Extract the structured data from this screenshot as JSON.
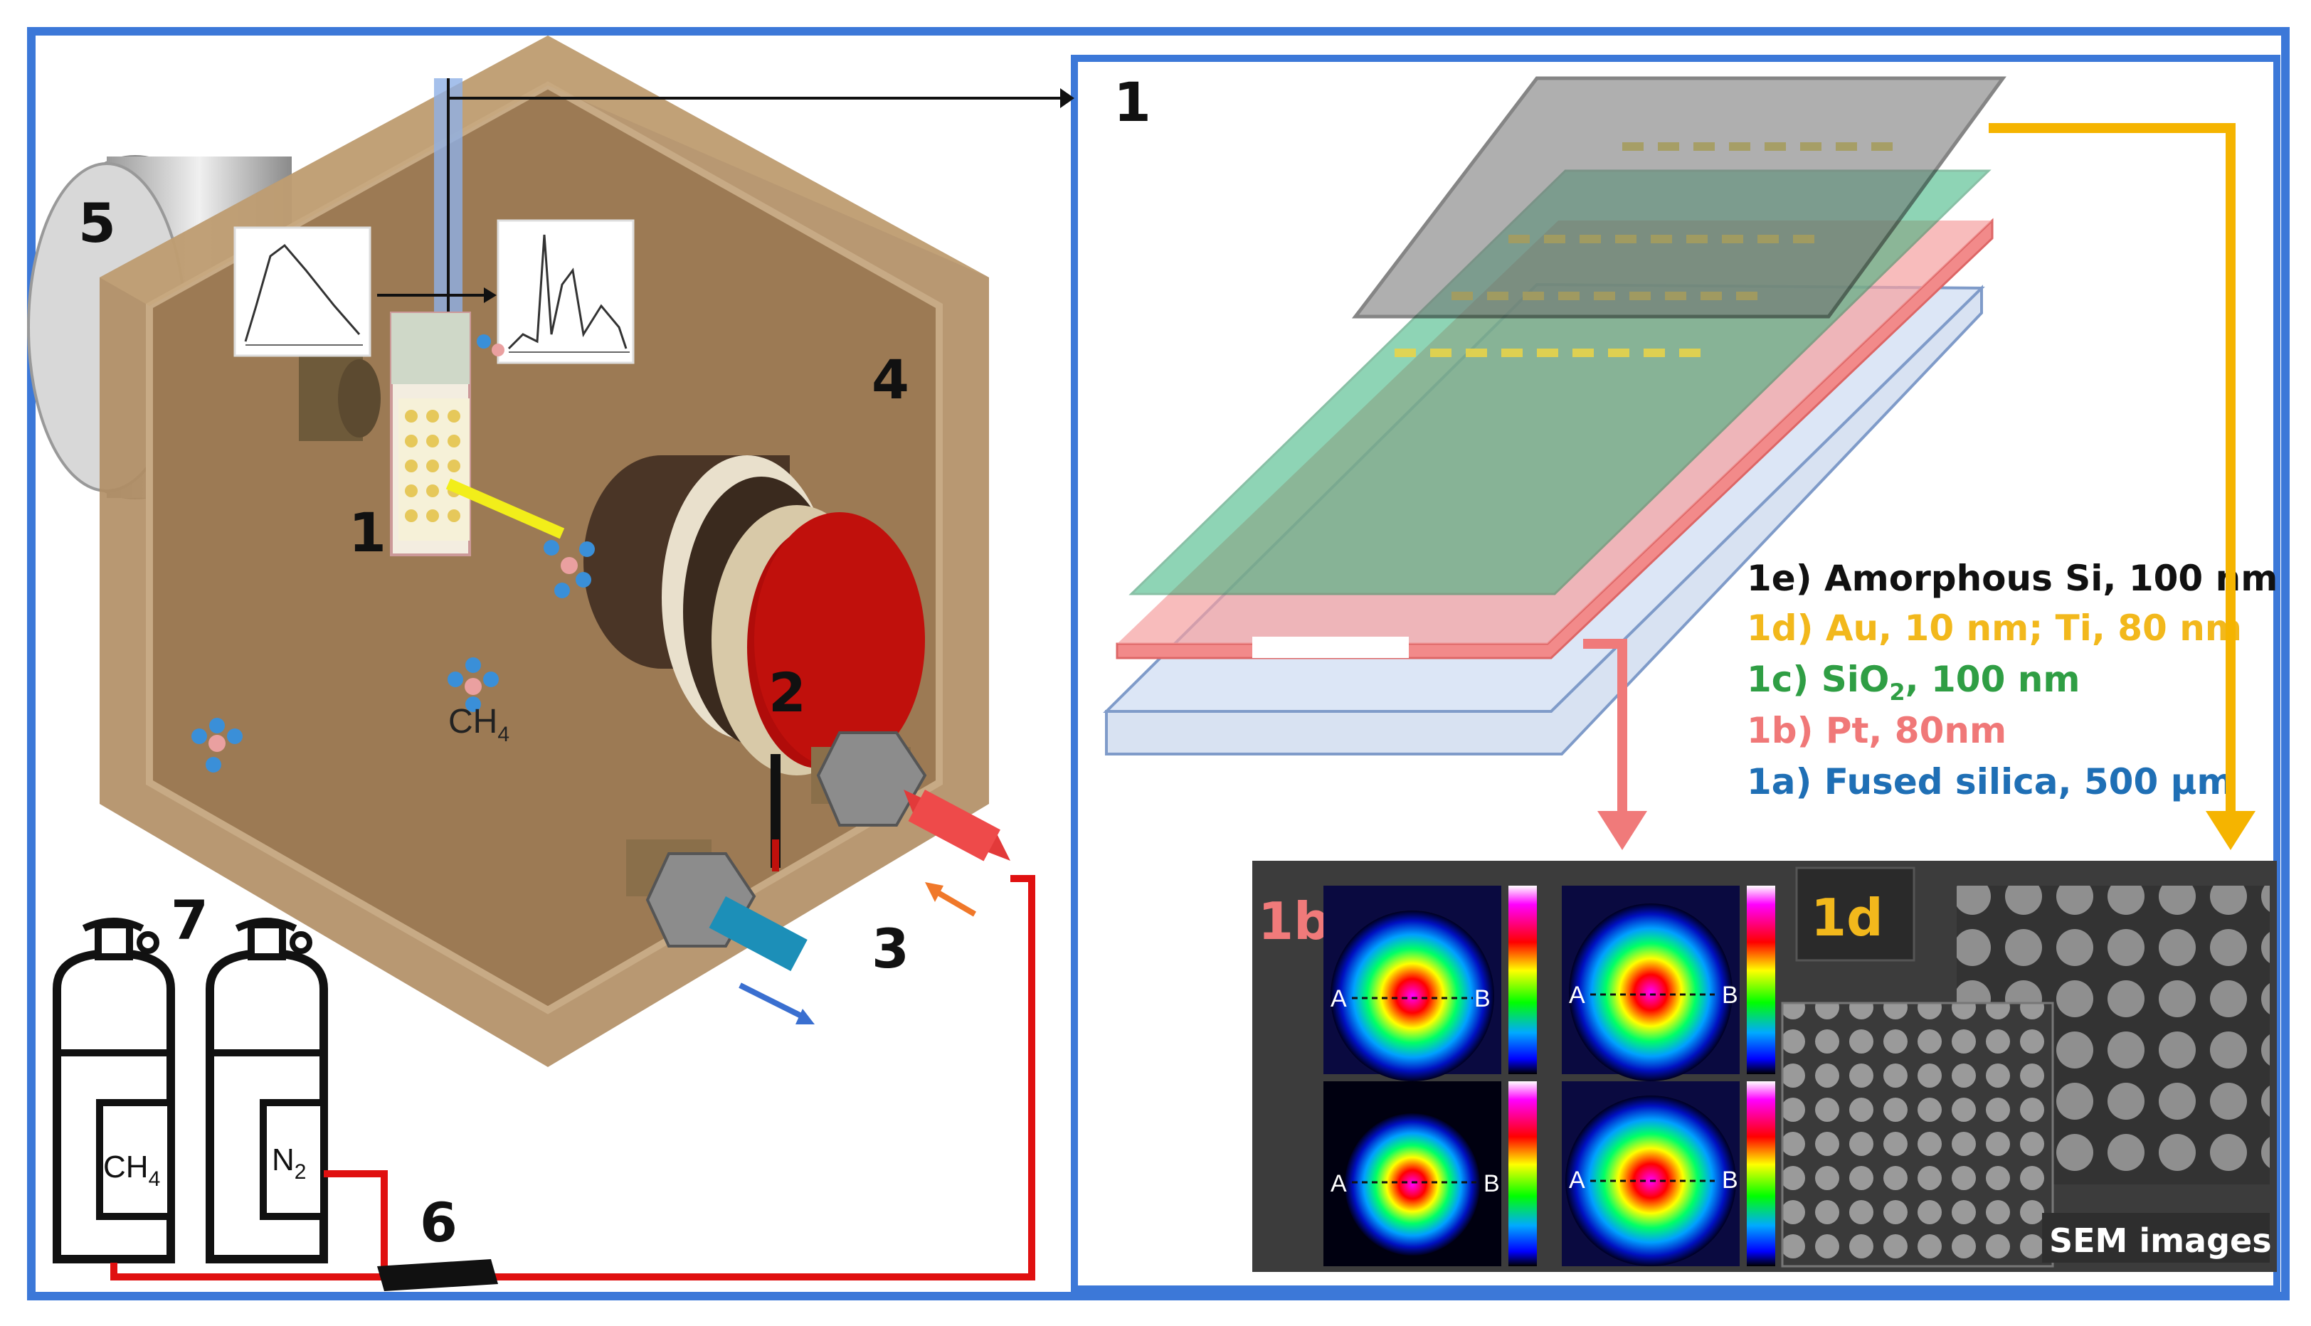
{
  "figure": {
    "callouts": {
      "cell_lid": "5",
      "cell_body": "4",
      "sensor": "1",
      "heater": "2",
      "ports": "3",
      "controller": "6",
      "gas_bottles": "7",
      "detail_panel": "1"
    },
    "molecule_label": "CH",
    "molecule_sub": "4",
    "bottles": [
      {
        "gas": "CH",
        "sub": "4"
      },
      {
        "gas": "N",
        "sub": "2"
      }
    ],
    "layers": [
      {
        "prefix": "1e) ",
        "text": "Amorphous Si, 100 nm",
        "color": "#111111"
      },
      {
        "prefix": "1d) ",
        "text": "Au, 10 nm; Ti, 80 nm",
        "color": "#f2b81c"
      },
      {
        "prefix": "1c) ",
        "text": "SiO",
        "sub": "2",
        "suffix": ", 100 nm",
        "color": "#2f9e44"
      },
      {
        "prefix": "1b) ",
        "text": "Pt, 80nm",
        "color": "#f07878"
      },
      {
        "prefix": "1a) ",
        "text": "Fused silica, 500 µm",
        "color": "#1f6fb5"
      }
    ],
    "thermal_panel_label": "1b",
    "sem_panel_label": "1d",
    "sem_caption": "SEM images",
    "thermal_maps": [
      {
        "a": "A",
        "b": "B"
      },
      {
        "a": "A",
        "b": "B"
      },
      {
        "a": "A",
        "b": "B"
      },
      {
        "a": "A",
        "b": "B"
      }
    ],
    "colors": {
      "frame_blue": "#3c78d8",
      "link_red": "#e01010",
      "arrow_yellow": "#f5b400",
      "arrow_pink": "#f07a7a",
      "box_tan": "#a8845c",
      "heater_red": "#c0100c"
    }
  }
}
